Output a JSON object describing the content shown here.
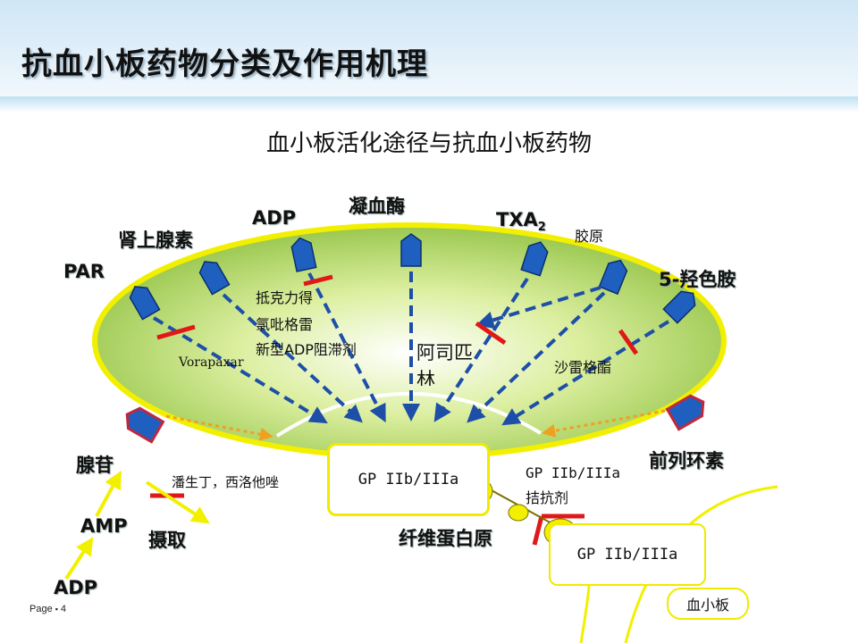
{
  "header": {
    "title": "抗血小板药物分类及作用机理",
    "subtitle": "血小板活化途径与抗血小板药物"
  },
  "agonists": {
    "par": "PAR",
    "epinephrine": "肾上腺素",
    "adp": "ADP",
    "thrombin": "凝血酶",
    "txa2": "TXA",
    "txa2_sub": "2",
    "collagen": "胶原",
    "serotonin": "5-羟色胺"
  },
  "drugs": {
    "p2y12_line1": "抵克力得",
    "p2y12_line2": "氯吡格雷",
    "p2y12_line3": "新型ADP阻滞剂",
    "vorapaxar": "Vorapaxar",
    "aspirin": "阿司匹林",
    "sarpogrelate": "沙雷格酯",
    "dipyridamole": "潘生丁，西洛他唑",
    "gp_antagonist_line1": "GP IIb/IIIa",
    "gp_antagonist_line2": "拮抗剂"
  },
  "pathway": {
    "adenosine": "腺苷",
    "amp": "AMP",
    "adp_bottom": "ADP",
    "uptake": "摄取",
    "prostacyclin": "前列环素",
    "fibrinogen": "纤维蛋白原"
  },
  "boxes": {
    "gp_receptor": "GP IIb/IIIa",
    "gp_receptor_2": "GP IIb/IIIa",
    "platelet": "血小板"
  },
  "footer": {
    "page_label": "Page",
    "page_sep": "▪",
    "page_number": "4"
  },
  "colors": {
    "receptor_blue": "#1f5fc0",
    "receptor_red": "#c0283a",
    "block_red": "#e01818",
    "platelet_yellow": "#f2f000",
    "arrow_dash": "#1e4fa8",
    "arrow_orange": "#f0a020"
  }
}
